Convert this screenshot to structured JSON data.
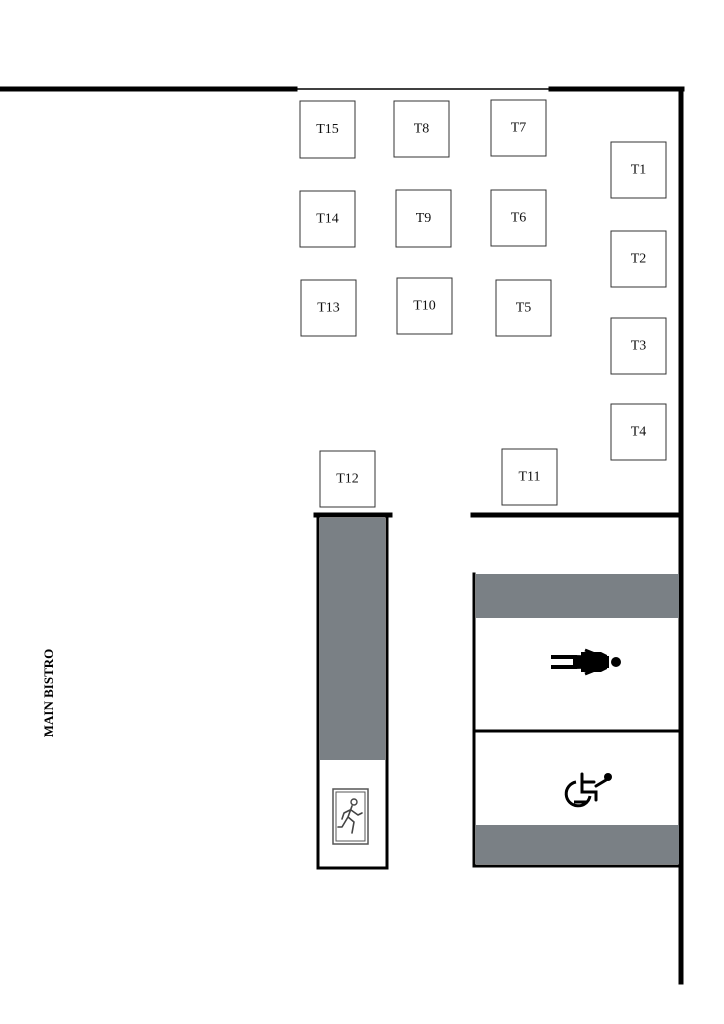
{
  "floor_plan": {
    "area_label": "MAIN BISTRO",
    "tables": [
      {
        "id": "T15"
      },
      {
        "id": "T8"
      },
      {
        "id": "T7"
      },
      {
        "id": "T1"
      },
      {
        "id": "T14"
      },
      {
        "id": "T9"
      },
      {
        "id": "T6"
      },
      {
        "id": "T2"
      },
      {
        "id": "T13"
      },
      {
        "id": "T10"
      },
      {
        "id": "T5"
      },
      {
        "id": "T3"
      },
      {
        "id": "T4"
      },
      {
        "id": "T12"
      },
      {
        "id": "T11"
      }
    ],
    "icons": {
      "restroom": "person-restroom-icon",
      "accessible": "wheelchair-icon",
      "exit": "emergency-exit-icon"
    },
    "colors": {
      "wall": "#000000",
      "fixture": "#7a8085",
      "table_border": "#333333"
    }
  }
}
